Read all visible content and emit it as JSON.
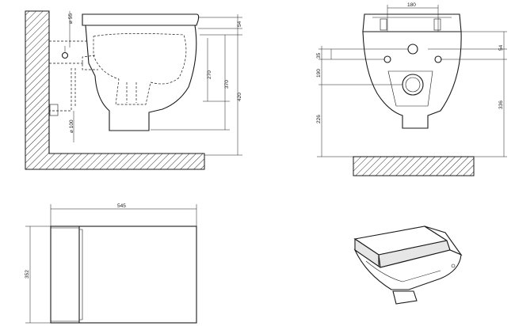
{
  "side_view": {
    "dims": {
      "pipe_dia": "⌀ 55",
      "top_gap": "54",
      "height_a": "270",
      "height_b": "370",
      "height_c": "420",
      "outlet_dia": "⌀ 100"
    }
  },
  "front_view": {
    "dims": {
      "bolt_span": "180",
      "inlet_offset": "35",
      "outlet_offset": "190",
      "height_left": "226",
      "right_top": "54",
      "height_right": "336"
    }
  },
  "top_view": {
    "dims": {
      "length": "545",
      "width": "352"
    }
  }
}
